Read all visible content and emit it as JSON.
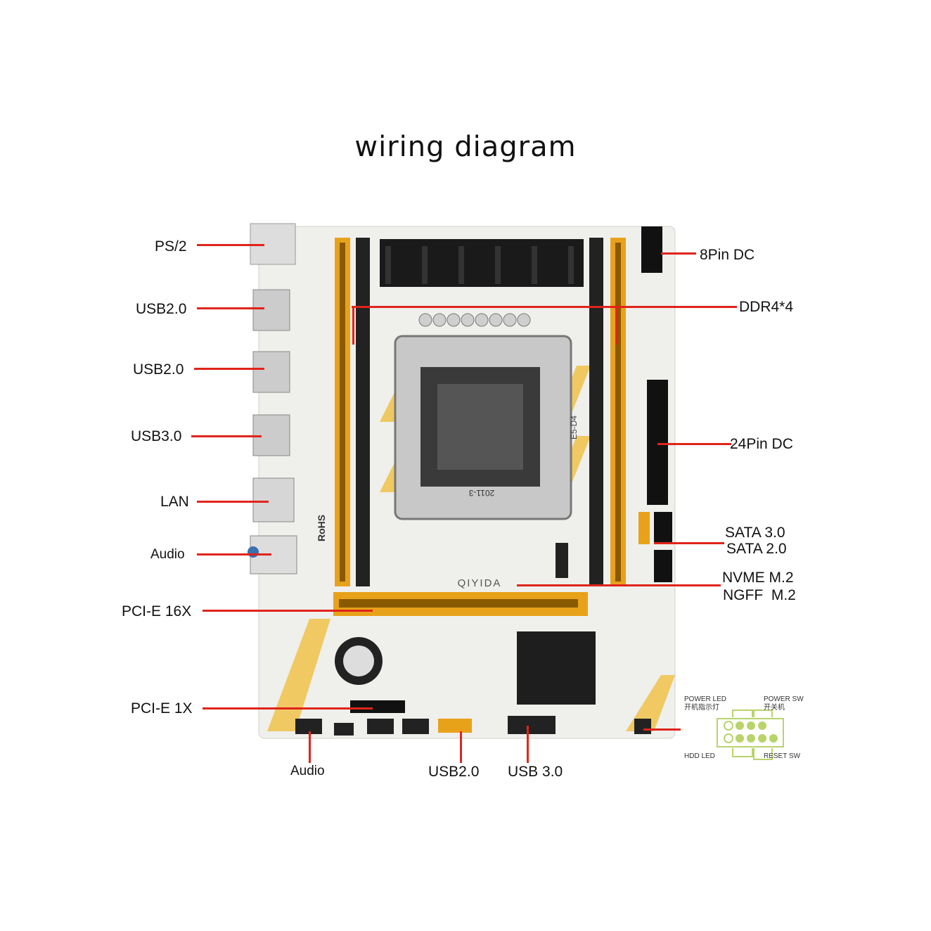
{
  "title": "wiring diagram",
  "board": {
    "brand": "QIYIDA",
    "model": "E5-D4",
    "socket": "2011-3",
    "rohs": "RoHS"
  },
  "labels": {
    "ps2": "PS/2",
    "usb20_a": "USB2.0",
    "usb20_b": "USB2.0",
    "usb30_rear": "USB3.0",
    "lan": "LAN",
    "audio_rear": "Audio",
    "pcie16": "PCI-E 16X",
    "pcie1": "PCI-E 1X",
    "audio_front": "Audio",
    "usb20_front": "USB2.0",
    "usb30_front": "USB 3.0",
    "pin8": "8Pin DC",
    "ddr4": "DDR4*4",
    "pin24": "24Pin DC",
    "sata3": "SATA 3.0",
    "sata2": "SATA 2.0",
    "nvme": "NVME M.2",
    "ngff": "NGFF  M.2"
  },
  "front_panel": {
    "power_led": "POWER LED",
    "power_led_cn": "开机指示灯",
    "power_sw": "POWER SW",
    "power_sw_cn": "开关机",
    "hdd_led": "HDD LED",
    "reset_sw": "RESET SW"
  },
  "colors": {
    "leader": "#e0241b",
    "slot": "#e8a21a",
    "board": "#f2f2f0",
    "header": "#b8d46a"
  }
}
